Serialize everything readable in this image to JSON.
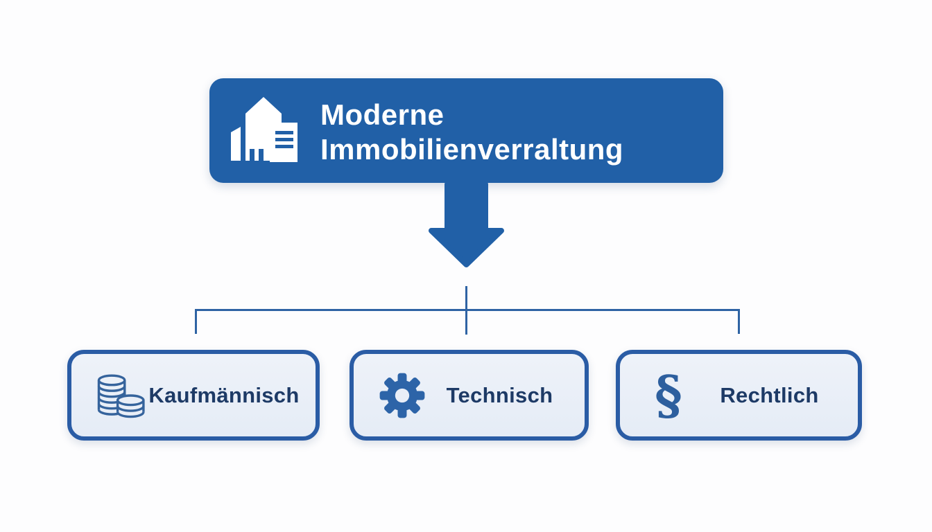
{
  "diagram": {
    "type": "hierarchy",
    "background_color": "#fdfdfe",
    "header": {
      "title_line1": "Moderne",
      "title_line2": "Immobilienverraltung",
      "icon": "buildings-icon",
      "bg_color": "#2160a7",
      "text_color": "#ffffff"
    },
    "connector": {
      "shape": "down-arrow then three-way split",
      "color": "#2e63a4"
    },
    "branches": [
      {
        "label": "Kaufmännisch",
        "icon": "coins-icon"
      },
      {
        "label": "Technisch",
        "icon": "gear-icon"
      },
      {
        "label": "Rechtlich",
        "icon": "section-sign-icon",
        "icon_glyph": "§"
      }
    ],
    "branch_style": {
      "border_color": "#2a5ca5",
      "fill_color": "#e9eef7",
      "label_color": "#1d3a66",
      "icon_color": "#2d64a8"
    }
  }
}
